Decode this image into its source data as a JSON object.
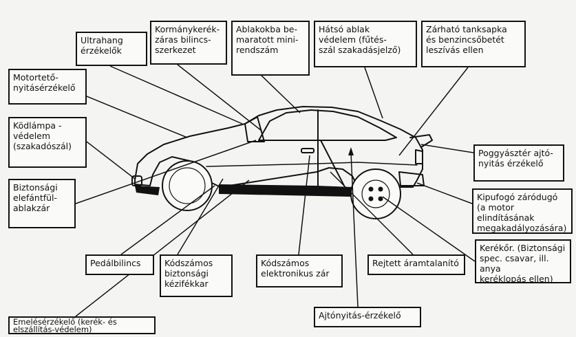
{
  "labels": {
    "ultrahang": "Ultrahang\nérzékelők",
    "kormanykerek": "Kormánykerék-\nzáras bilincs-\nszerkezet",
    "ablakokba": "Ablakokba be-\nmaratott mini-\nrendszám",
    "hatso_ablak": "Hátsó ablak\nvédelem (fűtés-\nszál szakadásjelző)",
    "zarhato": "Zárható tanksapka\nés benzincsőbetét\nleszívás ellen",
    "motorteto": "Motortető-\nnyitásérzékelő",
    "kodlampa": "Ködlámpa -\nvédelem\n(szakadószál)",
    "biztonsagi_elefantful": "Biztonsági\nelefántfül-\nablakzár",
    "poggyaszter": "Poggyásztér ajtó-\nnyitás érzékelő",
    "kipufogo": "Kipufogó záródugó\n(a motor elindításának\nmegakadályozására)",
    "kerekcsavar": "Kerékőr. (Biztonsági\nspec. csavar, ill. anya\nkeréklopás ellen)",
    "pedalbilincs": "Pedálbilincs",
    "kodszamos_kezifekkar": "Kódszámos\nbiztonsági\nkézifékkar",
    "kodszamos_zar": "Kódszámos\nelektronikus zár",
    "rejtett": "Rejtett áramtalanító",
    "emeles": "Emelésérzékelő (kerék- és\nelszállítás-védelem)",
    "ajtonyitas": "Ajtónyitás-érzékelő"
  }
}
